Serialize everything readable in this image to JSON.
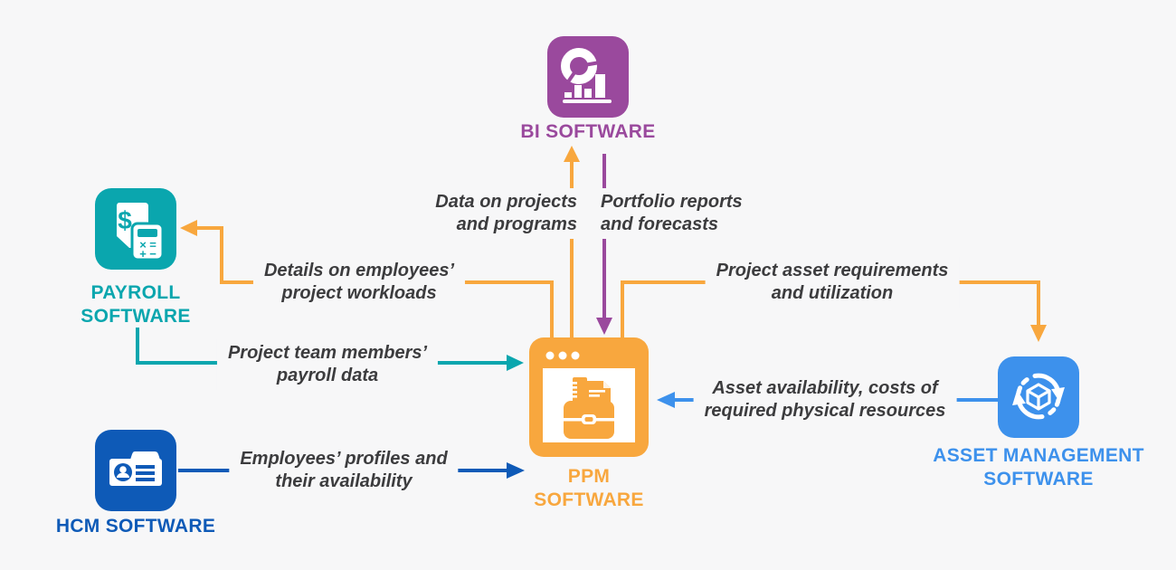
{
  "title": "PPM software data integrations diagram",
  "colors": {
    "background": "#f7f7f8",
    "text": "#3c3c3e",
    "purple": "#9a499d",
    "teal": "#0aa6ae",
    "blue_dark": "#0e5ab7",
    "orange": "#f8a73e",
    "blue_light": "#3d91ec"
  },
  "nodes": {
    "bi": {
      "label": "BI SOFTWARE",
      "color": "#9a499d",
      "icon": "bi-chart-icon"
    },
    "payroll": {
      "line1": "PAYROLL",
      "line2": "SOFTWARE",
      "color": "#0aa6ae",
      "icon": "payroll-calculator-icon"
    },
    "hcm": {
      "label": "HCM SOFTWARE",
      "color": "#0e5ab7",
      "icon": "hcm-employee-folder-icon"
    },
    "ppm": {
      "line1": "PPM",
      "line2": "SOFTWARE",
      "color": "#f8a73e",
      "icon": "ppm-briefcase-window-icon"
    },
    "asset": {
      "line1": "ASSET MANAGEMENT",
      "line2": "SOFTWARE",
      "color": "#3d91ec",
      "icon": "asset-cube-sync-icon"
    }
  },
  "flows": {
    "to_bi": {
      "line1": "Data on projects",
      "line2": "and programs",
      "from": "ppm",
      "to": "bi",
      "color": "#f8a73e"
    },
    "from_bi": {
      "line1": "Portfolio reports",
      "line2": "and forecasts",
      "from": "bi",
      "to": "ppm",
      "color": "#9a499d"
    },
    "to_payroll": {
      "line1": "Details on employees’",
      "line2": "project workloads",
      "from": "ppm",
      "to": "payroll",
      "color": "#f8a73e"
    },
    "from_payroll": {
      "line1": "Project team members’",
      "line2": "payroll data",
      "from": "payroll",
      "to": "ppm",
      "color": "#0aa6ae"
    },
    "from_hcm": {
      "line1": "Employees’ profiles and",
      "line2": "their availability",
      "from": "hcm",
      "to": "ppm",
      "color": "#0e5ab7"
    },
    "to_asset": {
      "line1": "Project asset requirements",
      "line2": "and utilization",
      "from": "ppm",
      "to": "asset",
      "color": "#f8a73e"
    },
    "from_asset": {
      "line1": "Asset availability, costs of",
      "line2": "required physical resources",
      "from": "asset",
      "to": "ppm",
      "color": "#3d91ec"
    }
  }
}
